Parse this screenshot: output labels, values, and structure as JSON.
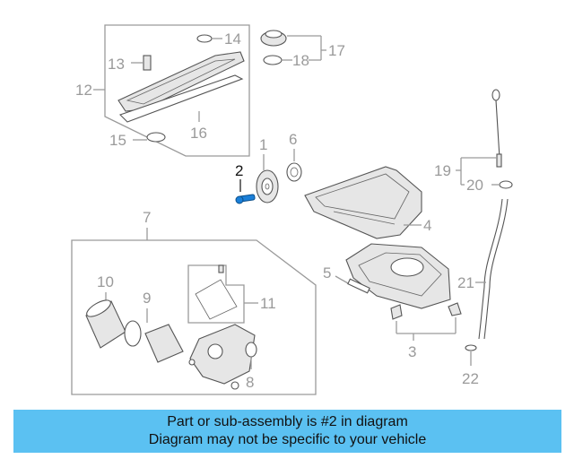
{
  "diagram": {
    "callouts": {
      "c1": "1",
      "c2": "2",
      "c3": "3",
      "c4": "4",
      "c5": "5",
      "c6": "6",
      "c7": "7",
      "c8": "8",
      "c9": "9",
      "c10": "10",
      "c11": "11",
      "c12": "12",
      "c13": "13",
      "c14": "14",
      "c15": "15",
      "c16": "16",
      "c17": "17",
      "c18": "18",
      "c19": "19",
      "c20": "20",
      "c21": "21",
      "c22": "22"
    },
    "highlighted_part": "2",
    "colors": {
      "highlight_part": "#1a7fd8",
      "callout_text": "#9a9a9a",
      "banner_bg": "#5bc1f2"
    }
  },
  "banner": {
    "line1": "Part or sub-assembly is #2 in diagram",
    "line2": "Diagram may not be specific to your vehicle"
  }
}
